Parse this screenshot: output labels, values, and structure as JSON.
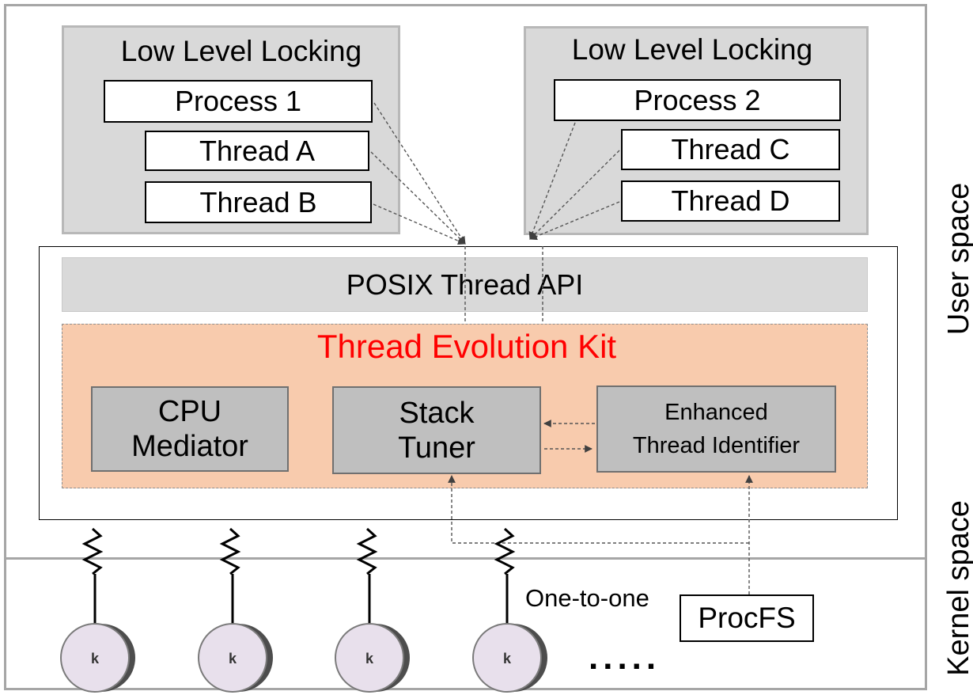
{
  "regions": {
    "user_space": "User space",
    "kernel_space": "Kernel space"
  },
  "left_group": {
    "title": "Low Level Locking",
    "process": "Process 1",
    "threads": [
      "Thread A",
      "Thread B"
    ]
  },
  "right_group": {
    "title": "Low Level Locking",
    "process": "Process 2",
    "threads": [
      "Thread C",
      "Thread D"
    ]
  },
  "posix_api": "POSIX Thread API",
  "kit": {
    "title": "Thread Evolution Kit",
    "title_color": "#ff0000",
    "components": [
      {
        "line1": "CPU",
        "line2": "Mediator"
      },
      {
        "line1": "Stack",
        "line2": "Tuner"
      },
      {
        "line1": "Enhanced",
        "line2": "Thread Identifier"
      }
    ]
  },
  "mapping_label": "One-to-one",
  "procfs": "ProcFS",
  "kernel_thread_glyph": "k",
  "ellipsis": ".....",
  "colors": {
    "kit_fill": "#f8cbad",
    "component_fill": "#bfbfbf",
    "locking_fill": "#d9d9d9",
    "region_border": "#a6a6a6"
  }
}
